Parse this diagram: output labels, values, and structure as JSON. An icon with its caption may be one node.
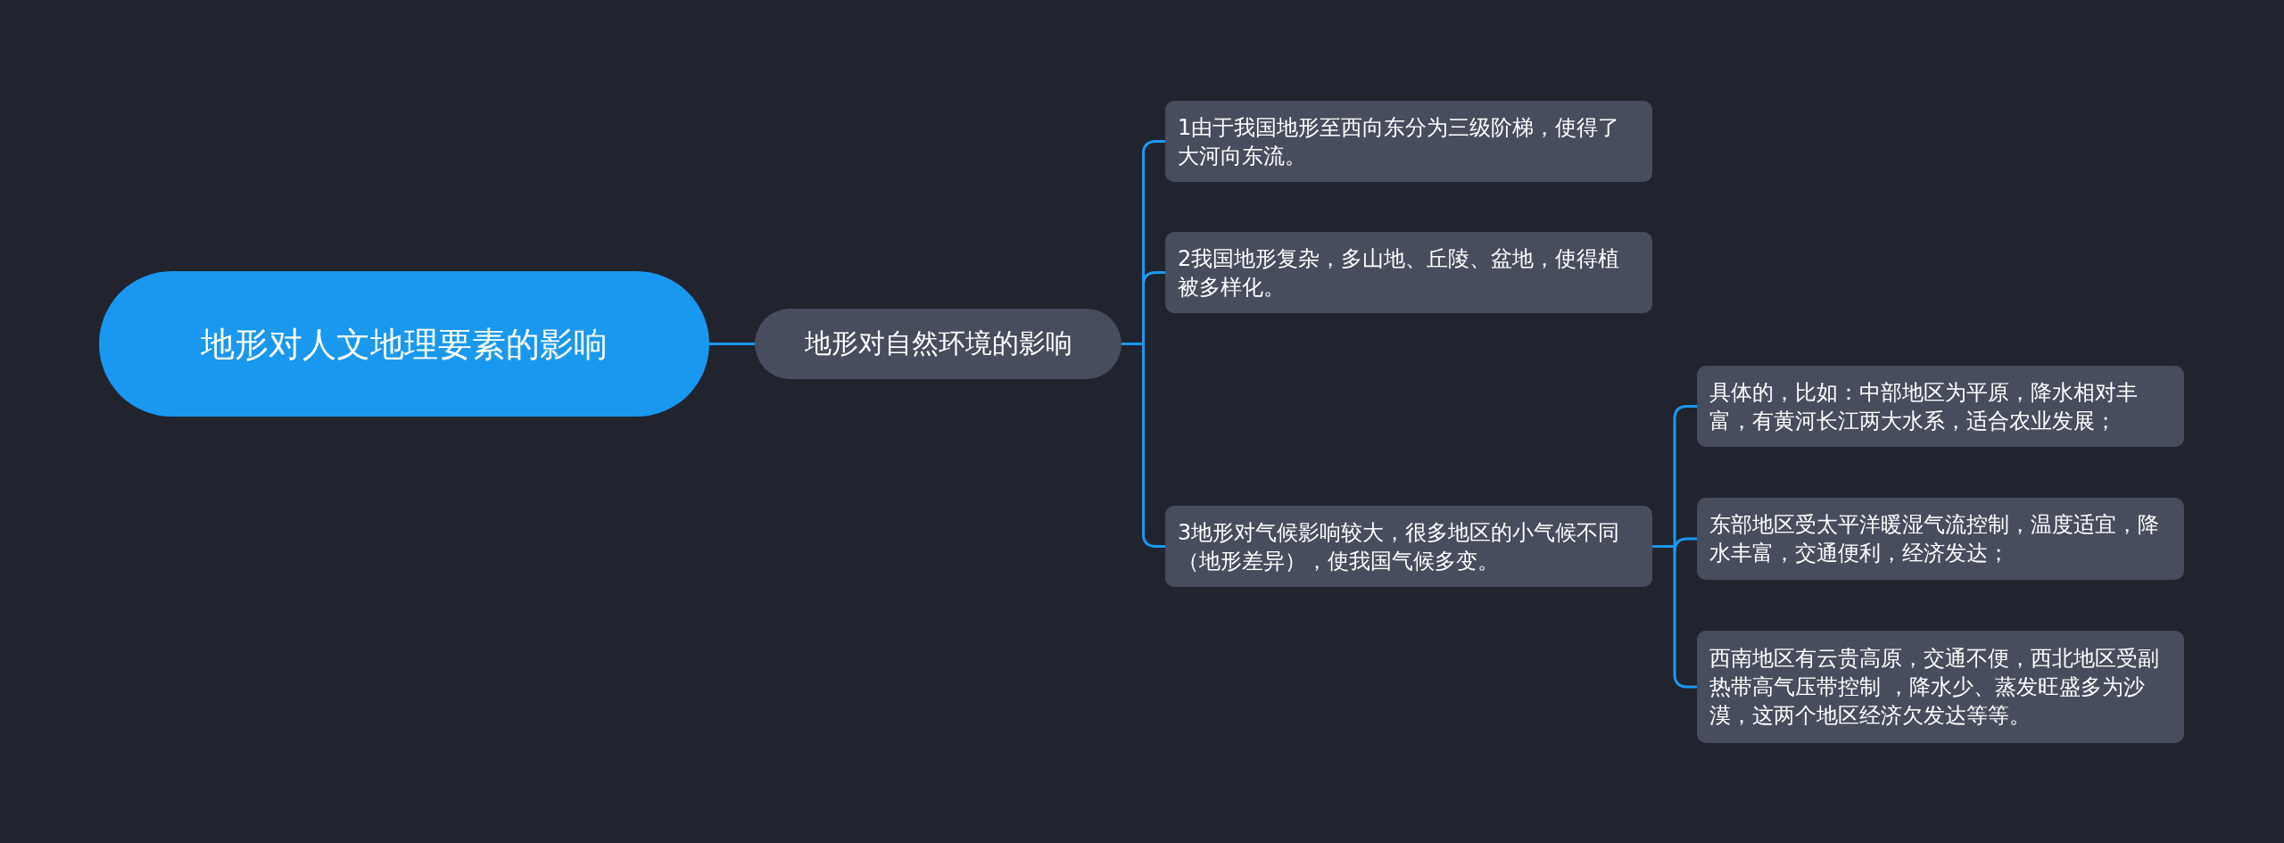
{
  "diagram": {
    "nodes": [
      {
        "text": [
          "地形对人文地理要素的影响"
        ]
      },
      {
        "text": [
          "地形对自然环境的影响"
        ]
      },
      {
        "text": [
          "1由于我国地形至西向东分为三级阶梯，使得了大河向东流。"
        ]
      },
      {
        "text": [
          "2我国地形复杂，多山地、丘陵、盆地，使得植被多样化。"
        ]
      },
      {
        "text": [
          "3地形对气候影响较大，很多地区的小气候不同（地形差异），使我国气候多变。"
        ]
      },
      {
        "text": [
          "具体的，比如：中部地区为平原，降水相对丰富，有黄河长江两大水系，适合农业发展；"
        ]
      },
      {
        "text": [
          "东部地区受太平洋暖湿气流控制，温度适宜，降水丰富，交通便利，经济发达；"
        ]
      },
      {
        "text": [
          "西南地区有云贵高原，交通不便，西北地区受副热带高气压带控制 ，降水少、蒸发旺盛多为沙漠，这两个地区经济欠发达等等。"
        ]
      }
    ],
    "edges": [
      {
        "from": 0,
        "to": 1,
        "arrow": "none"
      },
      {
        "from": 1,
        "to": 2,
        "arrow": "none"
      },
      {
        "from": 1,
        "to": 3,
        "arrow": "none"
      },
      {
        "from": 1,
        "to": 4,
        "arrow": "none"
      },
      {
        "from": 4,
        "to": 5,
        "arrow": "none"
      },
      {
        "from": 4,
        "to": 6,
        "arrow": "none"
      },
      {
        "from": 4,
        "to": 7,
        "arrow": "none"
      }
    ]
  }
}
